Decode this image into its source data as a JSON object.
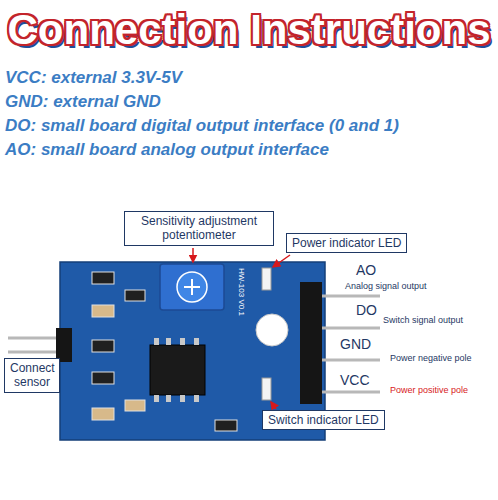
{
  "diagram": {
    "title": "Connection Instructions",
    "nodes": [
      {
        "text": [
          "Sensitivity adjustment potentiometer"
        ]
      },
      {
        "text": [
          "Power indicator LED"
        ]
      },
      {
        "text": [
          "Connect sensor"
        ]
      },
      {
        "text": [
          "Switch indicator LED"
        ]
      }
    ],
    "labels": [
      "VCC: external 3.3V-5V",
      "GND: external GND",
      "DO: small board digital output interface (0 and 1)",
      "AO: small board analog output interface",
      "AO",
      "Analog signal output",
      "DO",
      "Switch signal output",
      "GND",
      "Power negative pole",
      "VCC",
      "Power positive pole",
      "HW-103 V0.1"
    ]
  }
}
